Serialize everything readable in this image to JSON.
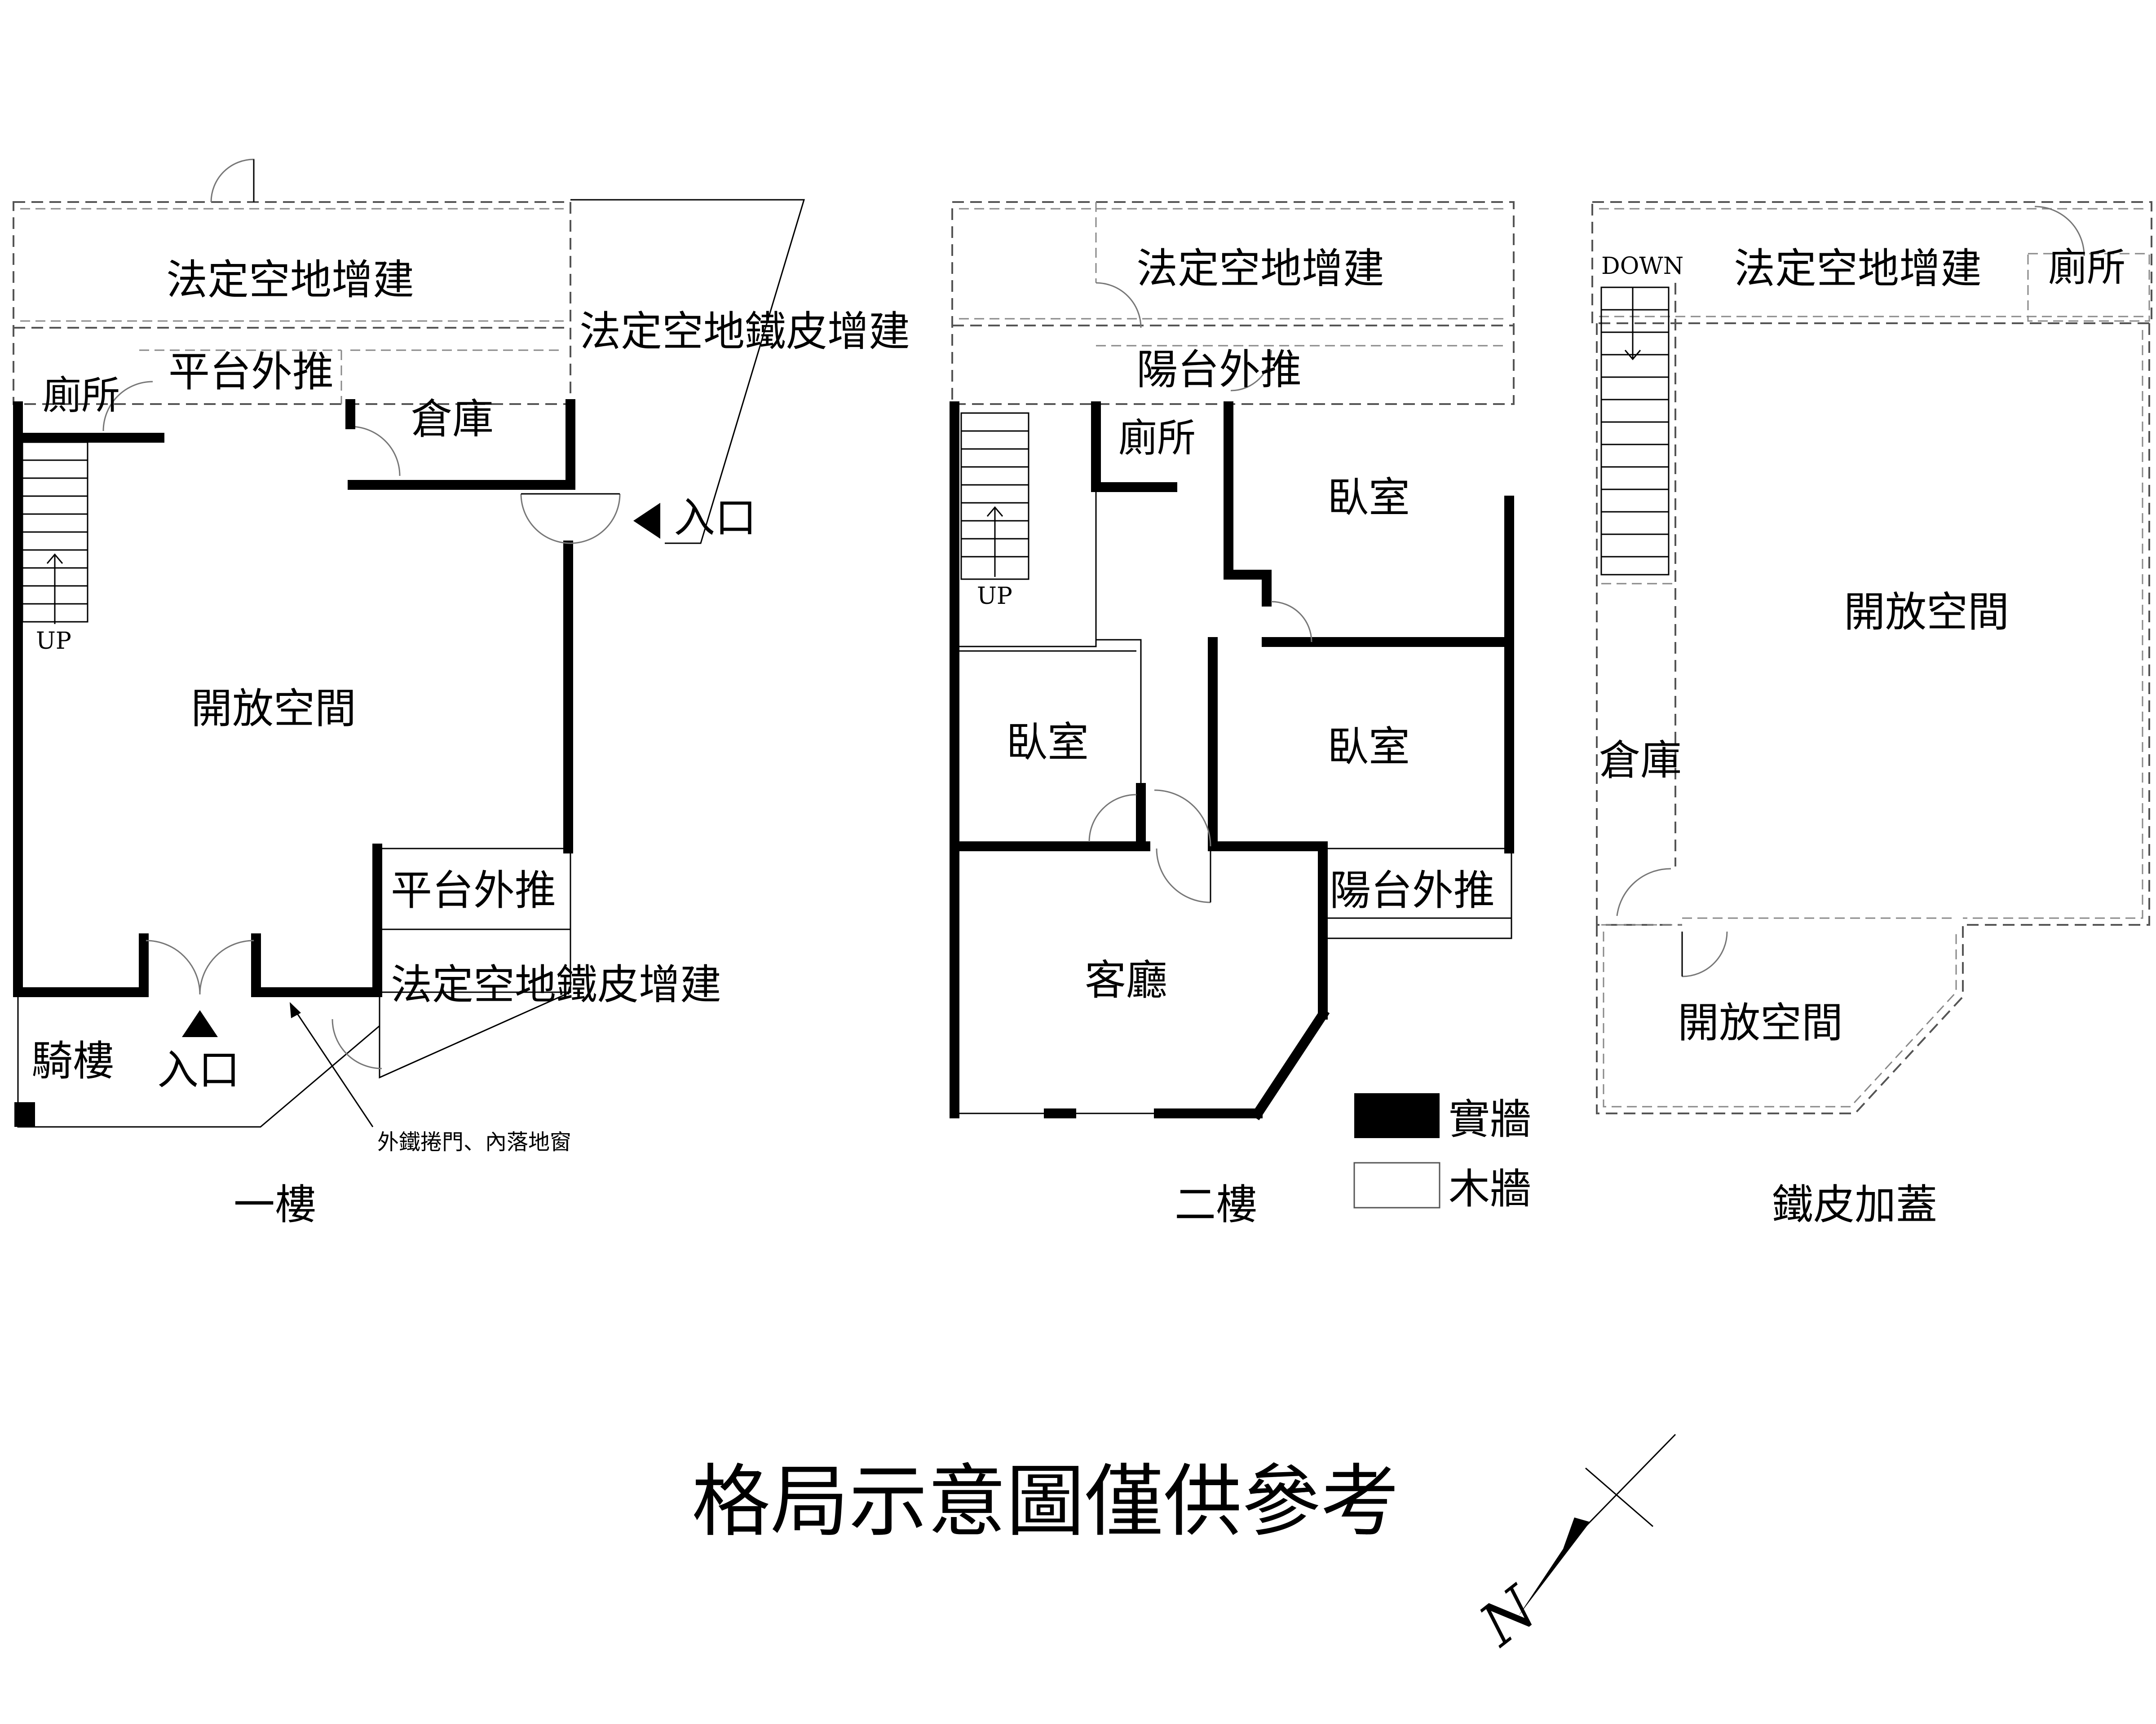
{
  "floors": {
    "f1": {
      "title": "一樓",
      "rooms": {
        "rear_addition": "法定空地增建",
        "iron_addition_rear": "法定空地鐵皮增建",
        "toilet": "廁所",
        "platform_rear": "平台外推",
        "storage": "倉庫",
        "entrance_side": "入口",
        "open_space": "開放空間",
        "platform_front": "平台外推",
        "iron_addition_front": "法定空地鐵皮增建",
        "arcade": "騎樓",
        "entrance_front": "入口"
      },
      "stair_label": "UP",
      "note": "外鐵捲門、內落地窗"
    },
    "f2": {
      "title": "二樓",
      "rooms": {
        "rear_addition": "法定空地增建",
        "balcony_rear": "陽台外推",
        "toilet": "廁所",
        "bedroom_a": "臥室",
        "bedroom_b": "臥室",
        "bedroom_c": "臥室",
        "balcony_front": "陽台外推",
        "living_room": "客廳"
      },
      "stair_label": "UP"
    },
    "roof": {
      "title": "鐵皮加蓋",
      "rooms": {
        "rear_addition": "法定空地增建",
        "toilet": "廁所",
        "open_space_main": "開放空間",
        "storage": "倉庫",
        "open_space_front": "開放空間"
      },
      "stair_label": "DOWN"
    }
  },
  "legend": {
    "solid_wall": "實牆",
    "wood_wall": "木牆"
  },
  "footer": {
    "disclaimer": "格局示意圖僅供參考"
  },
  "compass": {
    "label": "N"
  }
}
